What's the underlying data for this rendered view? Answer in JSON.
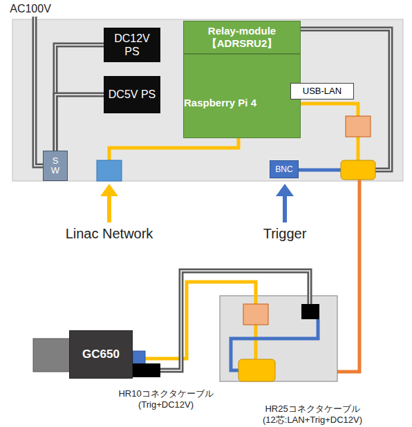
{
  "diagram": {
    "nodes": [
      {
        "text": [
          "DC12V PS"
        ]
      },
      {
        "text": [
          "DC5V PS"
        ]
      },
      {
        "text": [
          "Relay-module 【ADRSRU2】"
        ]
      },
      {
        "text": [
          "Raspberry Pi 4"
        ]
      },
      {
        "text": [
          "USB-LAN"
        ]
      },
      {
        "text": [
          "BNC"
        ]
      },
      {
        "text": [
          "S W"
        ]
      },
      {
        "text": [
          "GC650"
        ]
      }
    ],
    "edges": [
      {
        "from": 6,
        "to": 0,
        "arrow": "none"
      },
      {
        "from": 6,
        "to": 1,
        "arrow": "none"
      }
    ],
    "labels": [
      "AC100V",
      "Linac Network",
      "Trigger",
      "HR10コネクタケーブル (Trig+DC12V)",
      "HR25コネクタケーブル (12芯:LAN+Trig+DC12V)"
    ]
  }
}
